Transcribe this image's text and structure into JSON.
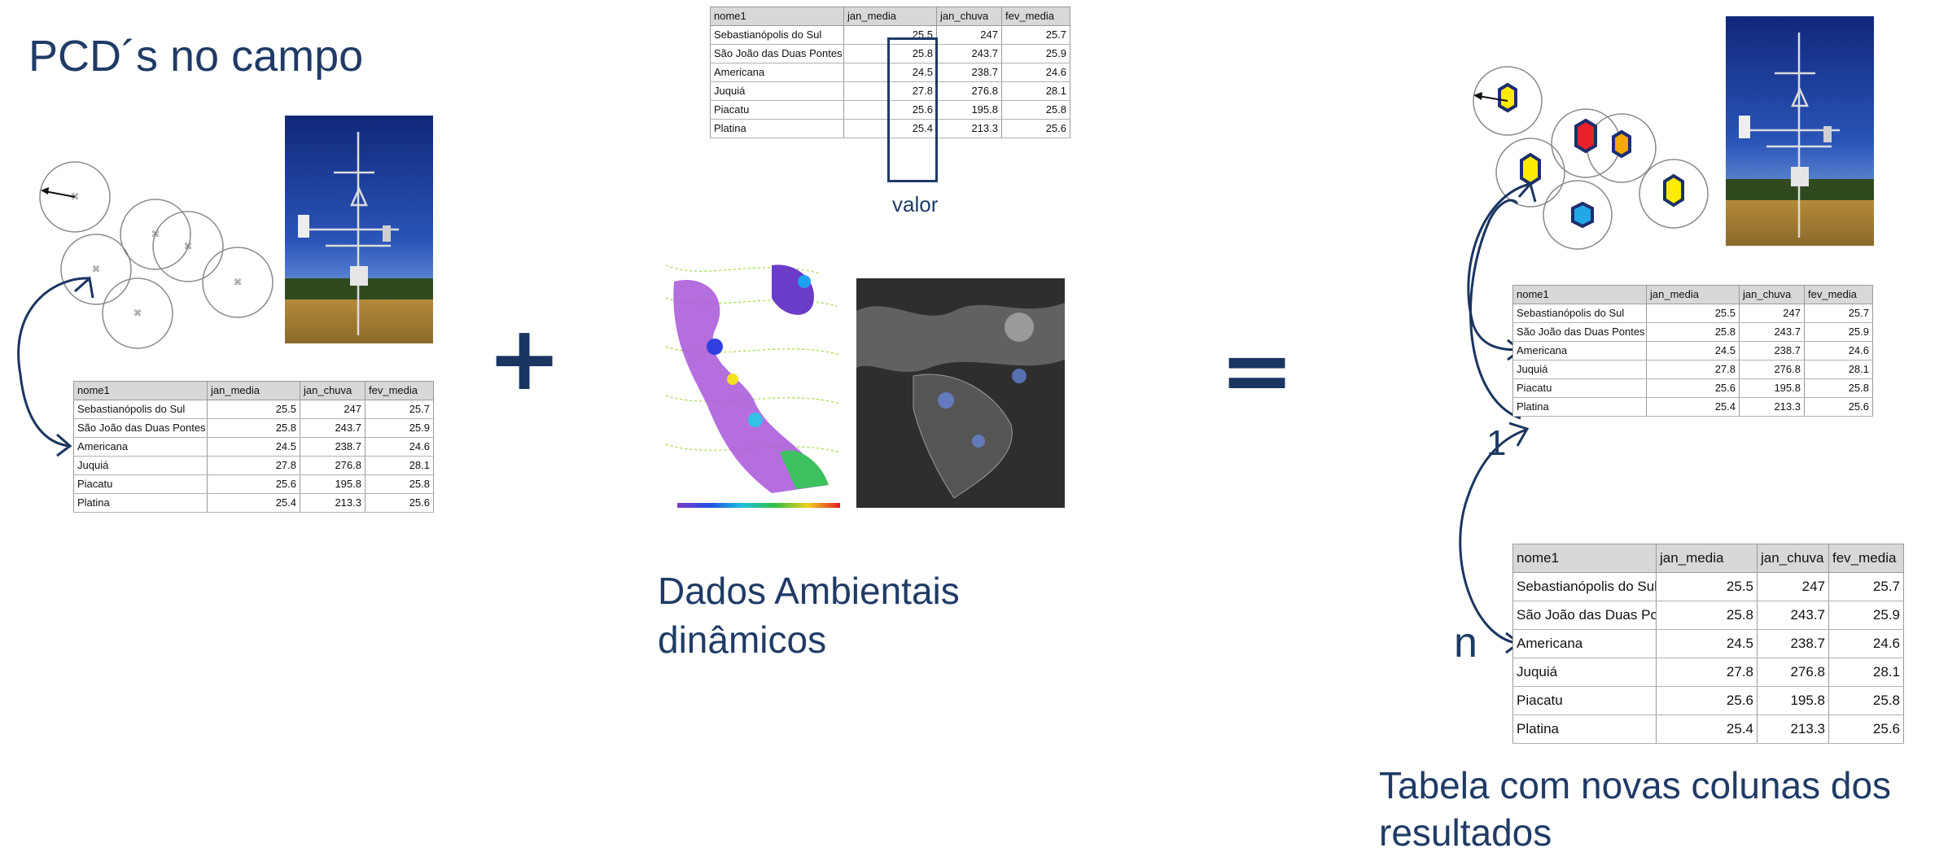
{
  "texts": {
    "pcd_title": "PCD´s no campo",
    "plus": "+",
    "equals": "=",
    "valor_label": "valor",
    "dados_line1": "Dados Ambientais",
    "dados_line2": "dinâmicos",
    "tabela_line1": "Tabela com novas colunas dos",
    "tabela_line2": "resultados",
    "label_1": "1",
    "label_n": "n"
  },
  "table": {
    "headers": [
      "nome1",
      "jan_media",
      "jan_chuva",
      "fev_media"
    ],
    "rows": [
      [
        "Sebastianópolis do Sul",
        "25.5",
        "247",
        "25.7"
      ],
      [
        "São João das Duas Pontes",
        "25.8",
        "243.7",
        "25.9"
      ],
      [
        "Americana",
        "24.5",
        "238.7",
        "24.6"
      ],
      [
        "Juquiá",
        "27.8",
        "276.8",
        "28.1"
      ],
      [
        "Piacatu",
        "25.6",
        "195.8",
        "25.8"
      ],
      [
        "Platina",
        "25.4",
        "213.3",
        "25.6"
      ]
    ]
  },
  "colors": {
    "title": "#1f3b66",
    "arrow": "#1a3560",
    "hex_yellow": "#ffeb00",
    "hex_red": "#e8202a",
    "hex_orange": "#f5a800",
    "hex_blue": "#22a7e8",
    "hex_stroke": "#1c2e6b"
  }
}
